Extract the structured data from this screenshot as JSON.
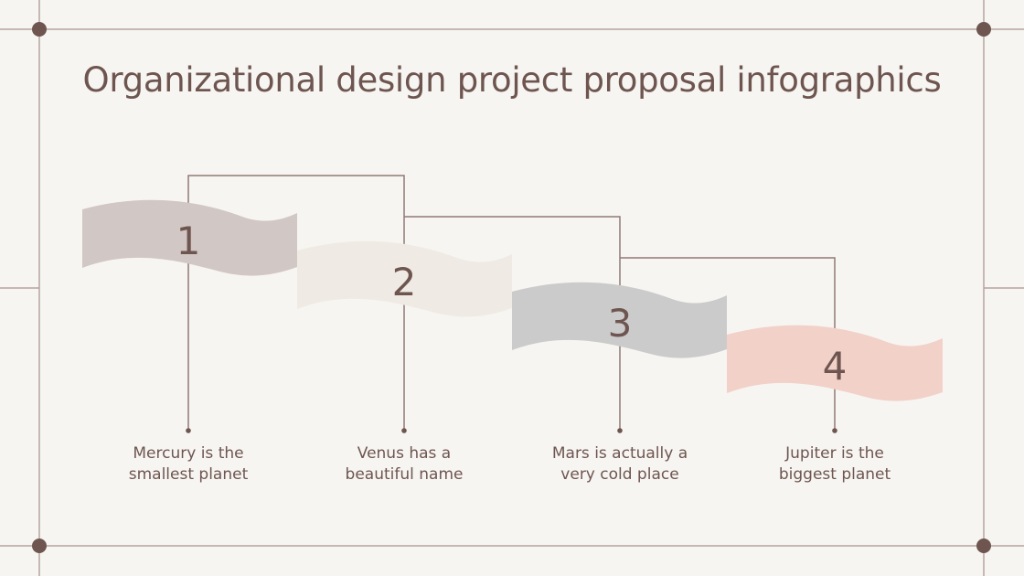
{
  "title": "Organizational design project proposal infographics",
  "colors": {
    "background": "#f7f5f1",
    "frame": "#b5a39d",
    "accent": "#6e5550",
    "ribbon_1": "#d1c7c4",
    "ribbon_2": "#efebe4",
    "ribbon_3": "#cbcbcb",
    "ribbon_4": "#f2d1c9"
  },
  "steps": [
    {
      "number": "1",
      "caption_line1": "Mercury is the",
      "caption_line2": "smallest planet"
    },
    {
      "number": "2",
      "caption_line1": "Venus has a",
      "caption_line2": "beautiful name"
    },
    {
      "number": "3",
      "caption_line1": "Mars is actually a",
      "caption_line2": "very cold place"
    },
    {
      "number": "4",
      "caption_line1": "Jupiter is the",
      "caption_line2": "biggest planet"
    }
  ]
}
